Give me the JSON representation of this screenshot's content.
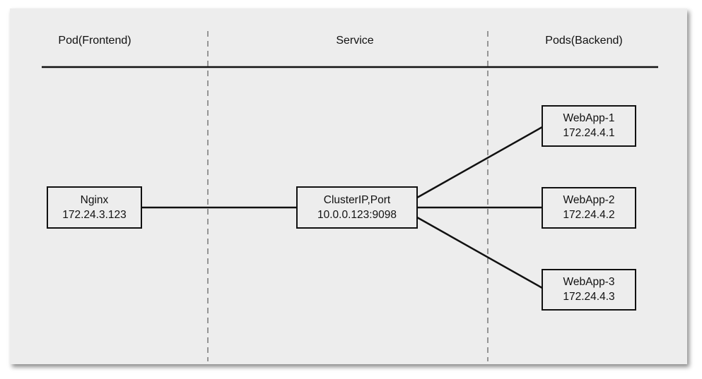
{
  "headers": {
    "frontend": "Pod(Frontend)",
    "service": "Service",
    "backend": "Pods(Backend)"
  },
  "nodes": {
    "nginx": {
      "name": "Nginx",
      "address": "172.24.3.123"
    },
    "service": {
      "name": "ClusterIP,Port",
      "address": "10.0.0.123:9098"
    },
    "webapp1": {
      "name": "WebApp-1",
      "address": "172.24.4.1"
    },
    "webapp2": {
      "name": "WebApp-2",
      "address": "172.24.4.2"
    },
    "webapp3": {
      "name": "WebApp-3",
      "address": "172.24.4.3"
    }
  },
  "colors": {
    "panel": "#ededed",
    "stroke": "#111111",
    "divider": "#666666"
  }
}
